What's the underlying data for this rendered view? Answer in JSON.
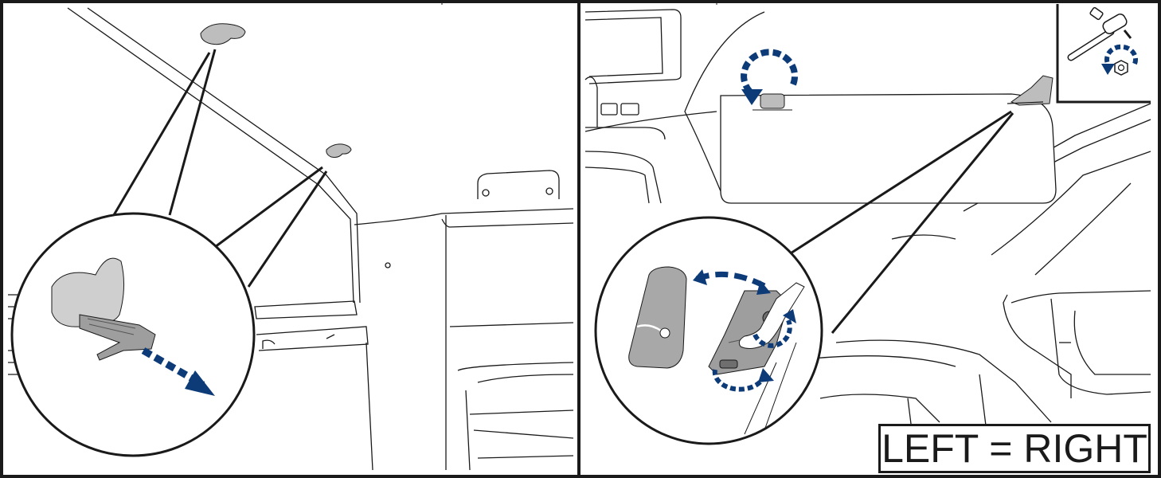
{
  "colors": {
    "line": "#1a1a1a",
    "part_gray": "#bdbdbd",
    "arrow_blue": "#0d3b78"
  },
  "icons": [
    "clip-part-icon",
    "pull-direction-arrow-icon",
    "rotate-arrow-icon",
    "ratchet-wrench-icon",
    "nut-icon"
  ],
  "panels": {
    "left": {
      "name": "left-panel"
    },
    "right": {
      "name": "right-panel"
    }
  },
  "side_label": "LEFT = RIGHT"
}
